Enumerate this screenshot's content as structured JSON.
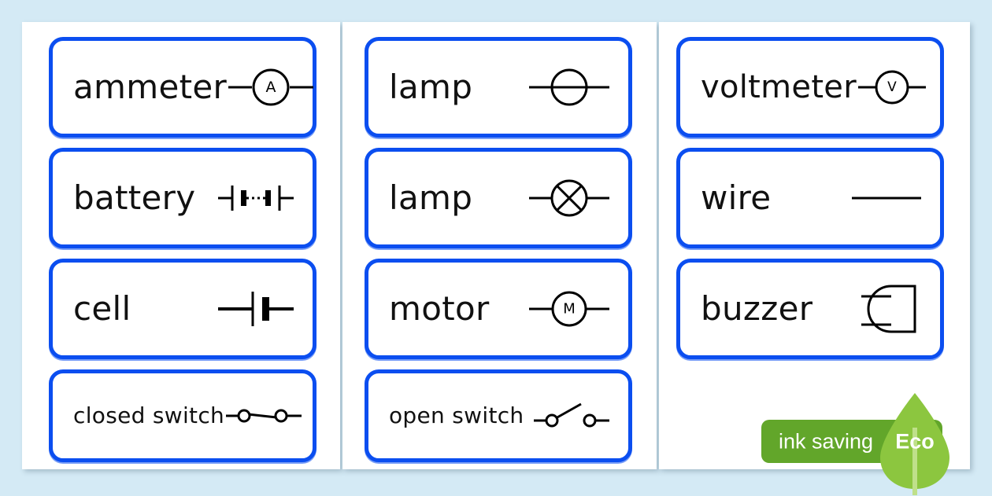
{
  "background_color": "#d4eaf5",
  "accent_color": "#0b4ef0",
  "pages": [
    {
      "page_name": "column-1",
      "cards": [
        {
          "label": "ammeter",
          "symbol": "ammeter-symbol",
          "symbol_letter": "A",
          "size": "lg"
        },
        {
          "label": "battery",
          "symbol": "battery-symbol",
          "symbol_letter": "",
          "size": "lg"
        },
        {
          "label": "cell",
          "symbol": "cell-symbol",
          "symbol_letter": "",
          "size": "lg"
        },
        {
          "label": "closed switch",
          "symbol": "closed-switch-symbol",
          "symbol_letter": "",
          "size": "sm"
        }
      ]
    },
    {
      "page_name": "column-2",
      "cards": [
        {
          "label": "lamp",
          "symbol": "lamp-filament-symbol",
          "symbol_letter": "",
          "size": "lg"
        },
        {
          "label": "lamp",
          "symbol": "lamp-cross-symbol",
          "symbol_letter": "",
          "size": "lg"
        },
        {
          "label": "motor",
          "symbol": "motor-symbol",
          "symbol_letter": "M",
          "size": "lg"
        },
        {
          "label": "open switch",
          "symbol": "open-switch-symbol",
          "symbol_letter": "",
          "size": "sm"
        }
      ]
    },
    {
      "page_name": "column-3",
      "cards": [
        {
          "label": "voltmeter",
          "symbol": "voltmeter-symbol",
          "symbol_letter": "V",
          "size": "md"
        },
        {
          "label": "wire",
          "symbol": "wire-symbol",
          "symbol_letter": "",
          "size": "lg"
        },
        {
          "label": "buzzer",
          "symbol": "buzzer-symbol",
          "symbol_letter": "",
          "size": "lg"
        }
      ]
    }
  ],
  "eco_badge": {
    "pill_text": "ink saving",
    "leaf_text": "Eco",
    "pill_color": "#62a62a",
    "leaf_color": "#8cc63f"
  }
}
